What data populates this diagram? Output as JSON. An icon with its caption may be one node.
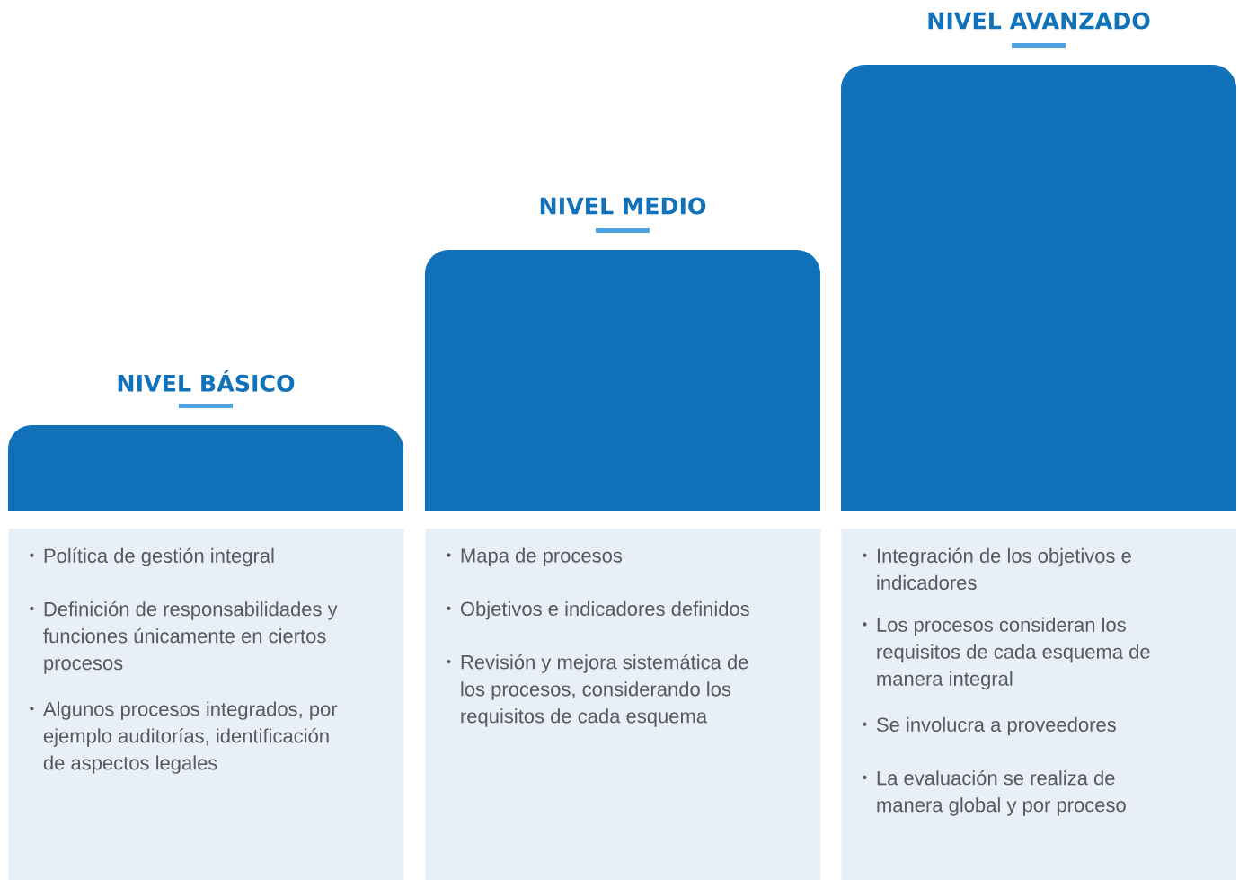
{
  "diagram": {
    "nodes": [
      {
        "text": [
          "NIVEL BÁSICO"
        ]
      },
      {
        "text": [
          "NIVEL MEDIO"
        ]
      },
      {
        "text": [
          "NIVEL AVANZADO"
        ]
      },
      {
        "text": [
          "Política de gestión integral",
          "Definición de responsabilidades y funciones únicamente en ciertos procesos",
          "Algunos procesos integrados, por ejemplo auditorías, identificación de aspectos legales"
        ]
      },
      {
        "text": [
          "Mapa de procesos",
          "Objetivos e indicadores definidos",
          "Revisión y mejora sistemática de los procesos, considerando los requisitos de cada esquema"
        ]
      },
      {
        "text": [
          "Integración de los objetivos e indicadores",
          "Los procesos consideran los requisitos de cada esquema de manera integral",
          "Se involucra a proveedores",
          "La evaluación se realiza de manera global y por proceso"
        ]
      }
    ]
  }
}
